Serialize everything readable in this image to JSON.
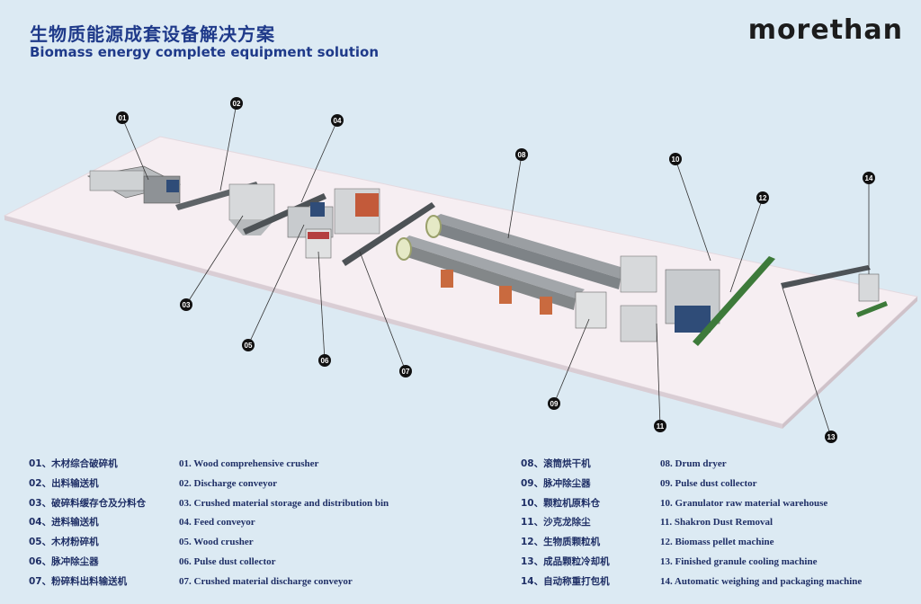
{
  "header": {
    "title_cn": "生物质能源成套设备解决方案",
    "title_en": "Biomass energy complete equipment solution",
    "logo_text": "morethan"
  },
  "callouts": [
    "01",
    "02",
    "03",
    "04",
    "05",
    "06",
    "07",
    "08",
    "09",
    "10",
    "11",
    "12",
    "13",
    "14"
  ],
  "legend": {
    "left": [
      {
        "cn": "01、木材综合破碎机",
        "en": "01. Wood comprehensive crusher"
      },
      {
        "cn": "02、出料输送机",
        "en": "02. Discharge conveyor"
      },
      {
        "cn": "03、破碎料缓存仓及分料仓",
        "en": "03. Crushed material storage and distribution bin"
      },
      {
        "cn": "04、进料输送机",
        "en": "04. Feed conveyor"
      },
      {
        "cn": "05、木材粉碎机",
        "en": "05. Wood crusher"
      },
      {
        "cn": "06、脉冲除尘器",
        "en": "06. Pulse dust collector"
      },
      {
        "cn": "07、粉碎料出料输送机",
        "en": "07. Crushed material discharge conveyor"
      }
    ],
    "right": [
      {
        "cn": "08、滚筒烘干机",
        "en": "08. Drum dryer"
      },
      {
        "cn": "09、脉冲除尘器",
        "en": "09. Pulse dust collector"
      },
      {
        "cn": "10、颗粒机原料仓",
        "en": "10. Granulator raw material warehouse"
      },
      {
        "cn": "11、沙克龙除尘",
        "en": "11. Shakron Dust Removal"
      },
      {
        "cn": "12、生物质颗粒机",
        "en": "12. Biomass pellet machine"
      },
      {
        "cn": "13、成品颗粒冷却机",
        "en": "13. Finished granule cooling machine"
      },
      {
        "cn": "14、自动称重打包机",
        "en": "14. Automatic weighing and packaging machine"
      }
    ]
  }
}
